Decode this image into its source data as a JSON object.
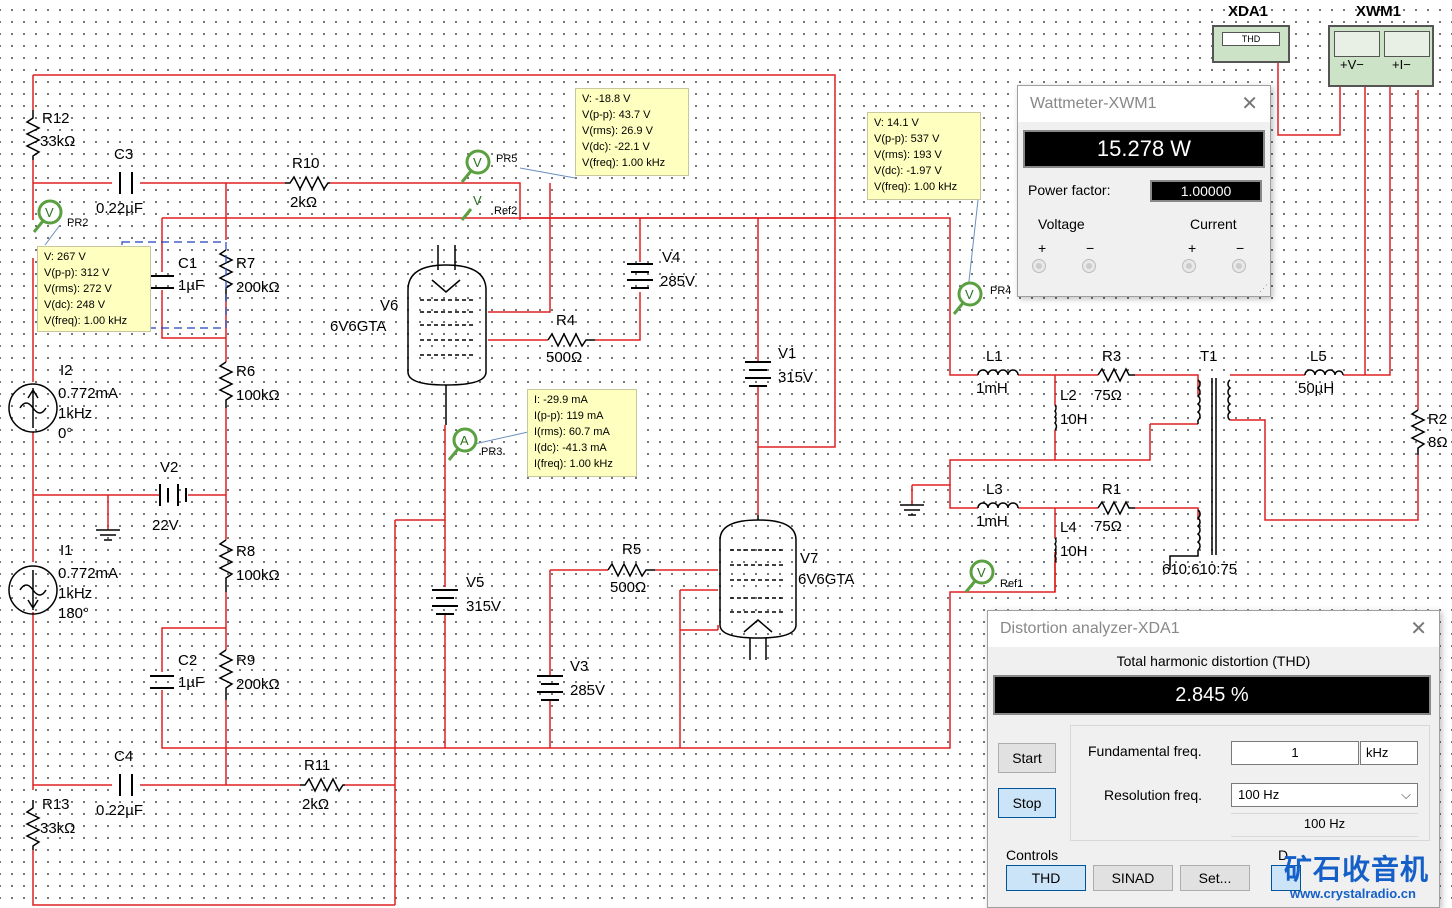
{
  "components": {
    "R12": {
      "ref": "R12",
      "value": "33kΩ"
    },
    "R13": {
      "ref": "R13",
      "value": "33kΩ"
    },
    "R10": {
      "ref": "R10",
      "value": "2kΩ"
    },
    "R11": {
      "ref": "R11",
      "value": "2kΩ"
    },
    "C3": {
      "ref": "C3",
      "value": "0.22µF"
    },
    "C4": {
      "ref": "C4",
      "value": "0.22µF"
    },
    "C1": {
      "ref": "C1",
      "value": "1µF"
    },
    "C2": {
      "ref": "C2",
      "value": "1µF"
    },
    "R7": {
      "ref": "R7",
      "value": "200kΩ"
    },
    "R9": {
      "ref": "R9",
      "value": "200kΩ"
    },
    "R6": {
      "ref": "R6",
      "value": "100kΩ"
    },
    "R8": {
      "ref": "R8",
      "value": "100kΩ"
    },
    "I2": {
      "ref": "I2",
      "l1": "0.772mA",
      "l2": "1kHz",
      "l3": "0°"
    },
    "I1": {
      "ref": "I1",
      "l1": "0.772mA",
      "l2": "1kHz",
      "l3": "180°"
    },
    "V2": {
      "ref": "V2",
      "value": "22V"
    },
    "V6": {
      "ref": "V6",
      "value": "6V6GTA"
    },
    "V7": {
      "ref": "V7",
      "value": "6V6GTA"
    },
    "R4": {
      "ref": "R4",
      "value": "500Ω"
    },
    "R5": {
      "ref": "R5",
      "value": "500Ω"
    },
    "V4": {
      "ref": "V4",
      "value": "285V"
    },
    "V3": {
      "ref": "V3",
      "value": "285V"
    },
    "V1": {
      "ref": "V1",
      "value": "315V"
    },
    "V5": {
      "ref": "V5",
      "value": "315V"
    },
    "L1": {
      "ref": "L1",
      "value": "1mH"
    },
    "L3": {
      "ref": "L3",
      "value": "1mH"
    },
    "L2": {
      "ref": "L2",
      "value": "10H"
    },
    "L4": {
      "ref": "L4",
      "value": "10H"
    },
    "R3": {
      "ref": "R3",
      "value": "75Ω"
    },
    "R1": {
      "ref": "R1",
      "value": "75Ω"
    },
    "T1": {
      "ref": "T1",
      "value": "610:610:75"
    },
    "L5": {
      "ref": "L5",
      "value": "50µH"
    },
    "R2": {
      "ref": "R2",
      "value": "8Ω"
    },
    "XDA1": {
      "ref": "XDA1",
      "face": "THD"
    },
    "XWM1": {
      "ref": "XWM1",
      "v": "+V−",
      "i": "+I−"
    }
  },
  "probe_tags": {
    "pr2": "PR2",
    "pr3": "PR3",
    "pr4": "PR4",
    "pr5": "PR5",
    "ref1": "Ref1",
    "ref2": "Ref2"
  },
  "probes": {
    "pr2": [
      "V: 267 V",
      "V(p-p): 312 V",
      "V(rms): 272 V",
      "V(dc): 248 V",
      "V(freq): 1.00 kHz"
    ],
    "pr5": [
      "V: -18.8 V",
      "V(p-p): 43.7 V",
      "V(rms): 26.9 V",
      "V(dc): -22.1 V",
      "V(freq): 1.00 kHz"
    ],
    "pr4": [
      "V: 14.1 V",
      "V(p-p): 537 V",
      "V(rms): 193 V",
      "V(dc): -1.97 V",
      "V(freq): 1.00 kHz"
    ],
    "pr3": [
      "I: -29.9 mA",
      "I(p-p): 119 mA",
      "I(rms): 60.7 mA",
      "I(dc): -41.3 mA",
      "I(freq): 1.00 kHz"
    ]
  },
  "wattmeter": {
    "title": "Wattmeter-XWM1",
    "reading": "15.278 W",
    "pf_label": "Power factor:",
    "pf_value": "1.00000",
    "voltage_label": "Voltage",
    "current_label": "Current",
    "plus": "+",
    "minus": "−"
  },
  "distortion": {
    "title": "Distortion analyzer-XDA1",
    "heading": "Total harmonic distortion (THD)",
    "reading": "2.845 %",
    "start": "Start",
    "stop": "Stop",
    "fund_label": "Fundamental freq.",
    "fund_value": "1",
    "fund_unit": "kHz",
    "res_label": "Resolution freq.",
    "res_value": "100 Hz",
    "res_readout": "100 Hz",
    "controls_label": "Controls",
    "thd": "THD",
    "sinad": "SINAD",
    "set": "Set...",
    "clipped": "D"
  },
  "watermark": {
    "cn": "矿石收音机",
    "url": "www.crystalradio.cn"
  }
}
